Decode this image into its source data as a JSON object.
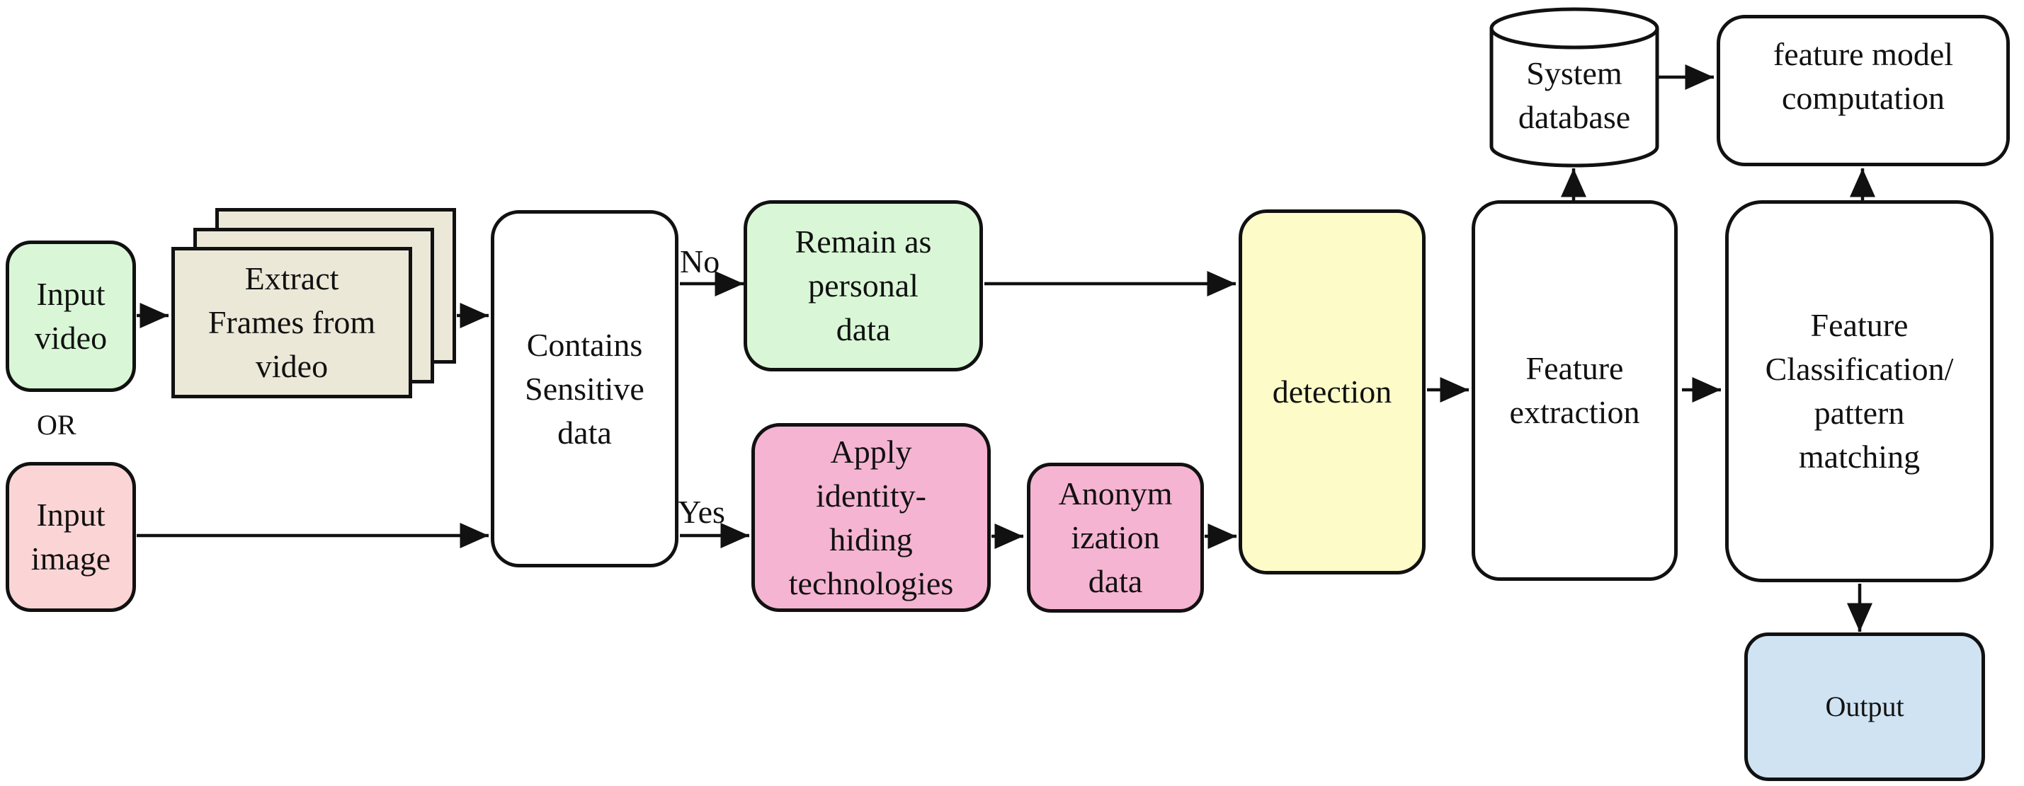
{
  "nodes": {
    "input_video": [
      "Input",
      "video"
    ],
    "or_label": "OR",
    "input_image": [
      "Input",
      "image"
    ],
    "extract_frames": [
      "Extract",
      "Frames from",
      "video"
    ],
    "contains_sensitive": [
      "Contains",
      "Sensitive",
      "data"
    ],
    "remain_personal": [
      "Remain as",
      "personal",
      "data"
    ],
    "apply_identity": [
      "Apply",
      "identity-",
      "hiding",
      "technologies"
    ],
    "anonymization": [
      "Anonym",
      "ization",
      "data"
    ],
    "detection": [
      "detection"
    ],
    "feature_extraction": [
      "Feature",
      "extraction"
    ],
    "system_database": [
      "System",
      "database"
    ],
    "feature_model": [
      "feature model",
      "computation"
    ],
    "feature_classification": [
      "Feature",
      "Classification/",
      "pattern",
      "matching"
    ],
    "output": [
      "Output"
    ]
  },
  "edge_labels": {
    "no": "No",
    "yes": "Yes"
  },
  "colors": {
    "input_video": "#d9f7d6",
    "input_image": "#fbd5d6",
    "extract_frames": "#ebe8d8",
    "remain_personal": "#d9f7d6",
    "apply_identity": "#f5b4d2",
    "anonymization": "#f5b4d2",
    "detection": "#fdfcc8",
    "output": "#cfe3f2",
    "white": "#ffffff"
  }
}
